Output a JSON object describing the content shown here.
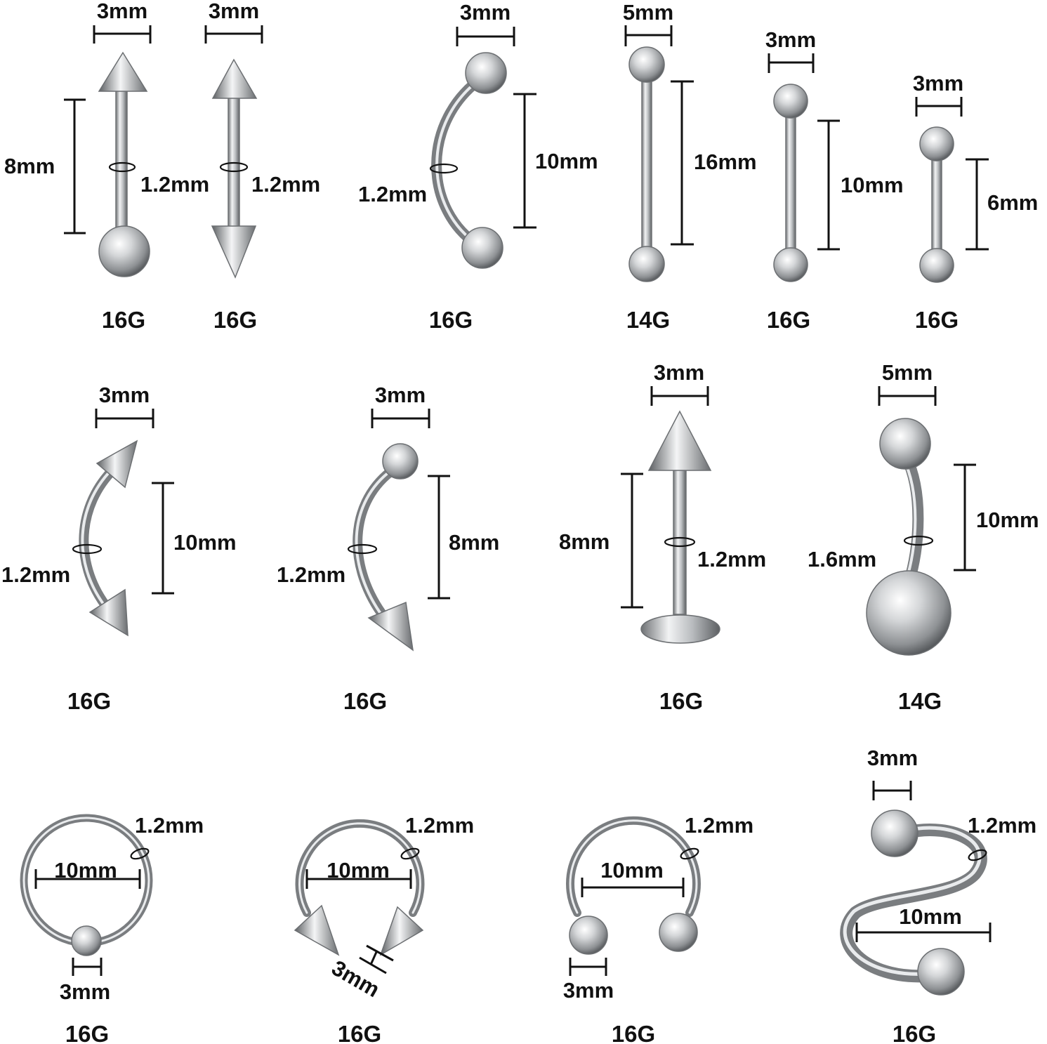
{
  "items": [
    {
      "gauge": "16G",
      "ball": "3mm",
      "length": "8mm",
      "thickness": "1.2mm"
    },
    {
      "gauge": "16G",
      "ball": "3mm",
      "thickness": "1.2mm"
    },
    {
      "gauge": "16G",
      "ball": "3mm",
      "length": "10mm",
      "thickness": "1.2mm"
    },
    {
      "gauge": "14G",
      "ball": "5mm",
      "length": "16mm"
    },
    {
      "gauge": "16G",
      "ball": "3mm",
      "length": "10mm"
    },
    {
      "gauge": "16G",
      "ball": "3mm",
      "length": "6mm"
    },
    {
      "gauge": "16G",
      "ball": "3mm",
      "length": "10mm",
      "thickness": "1.2mm"
    },
    {
      "gauge": "16G",
      "ball": "3mm",
      "length": "8mm",
      "thickness": "1.2mm"
    },
    {
      "gauge": "16G",
      "ball": "3mm",
      "length": "8mm",
      "thickness": "1.2mm"
    },
    {
      "gauge": "14G",
      "ball": "5mm",
      "length": "10mm",
      "thickness": "1.6mm"
    },
    {
      "gauge": "16G",
      "ball": "3mm",
      "diameter": "10mm",
      "thickness": "1.2mm"
    },
    {
      "gauge": "16G",
      "ball": "3mm",
      "diameter": "10mm",
      "thickness": "1.2mm"
    },
    {
      "gauge": "16G",
      "ball": "3mm",
      "diameter": "10mm",
      "thickness": "1.2mm"
    },
    {
      "gauge": "16G",
      "ball": "3mm",
      "diameter": "10mm",
      "thickness": "1.2mm"
    }
  ]
}
